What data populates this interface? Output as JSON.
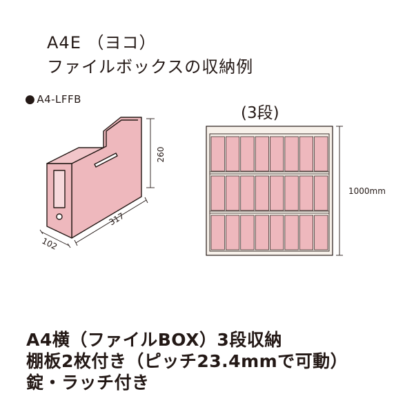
{
  "title": {
    "main": "A4E （ヨコ）",
    "sub": "ファイルボックスの収納例"
  },
  "product": {
    "model": "A4-LFFB",
    "bullet_icon": "filled-circle-icon",
    "dimensions": {
      "height": "260",
      "width": "317",
      "depth": "102"
    },
    "color": "#eeb8bd"
  },
  "cabinet": {
    "label": "(3段)",
    "height_label": "1000mm",
    "shelves": 3,
    "boxes_per_shelf": 8,
    "box_color": "#eeb8bd",
    "frame_color": "#f7f1ea"
  },
  "features": [
    "A4横（ファイルBOX）3段収納",
    "棚板2枚付き（ピッチ23.4mmで可動）",
    "錠・ラッチ付き"
  ]
}
